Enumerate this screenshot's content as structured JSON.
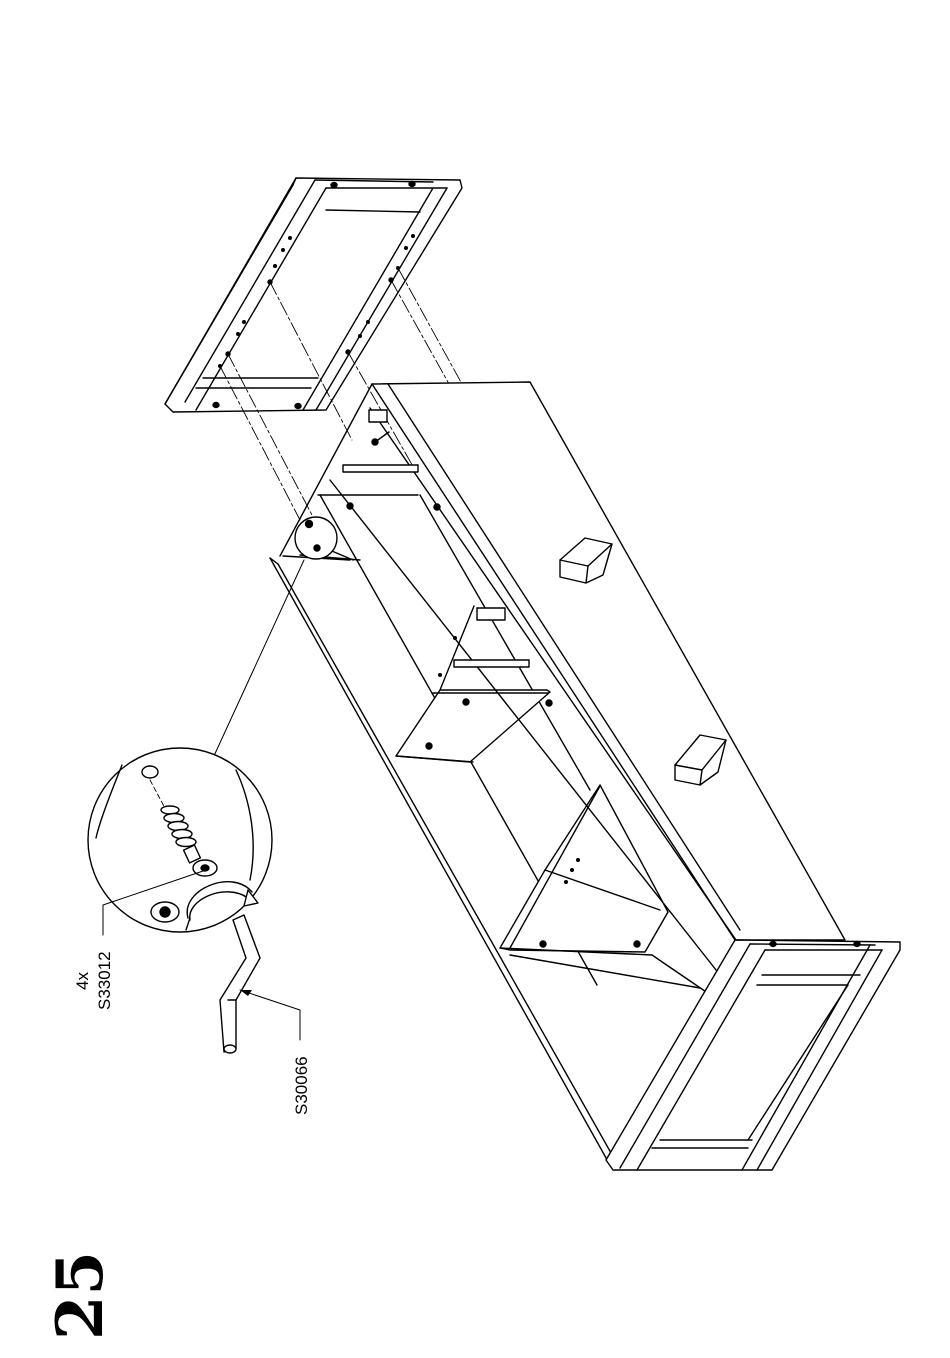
{
  "step": {
    "number": "25"
  },
  "callouts": {
    "cam_bolt": {
      "quantity": "4x",
      "part_code": "S33012"
    },
    "hex_key": {
      "part_code": "S30066"
    }
  }
}
